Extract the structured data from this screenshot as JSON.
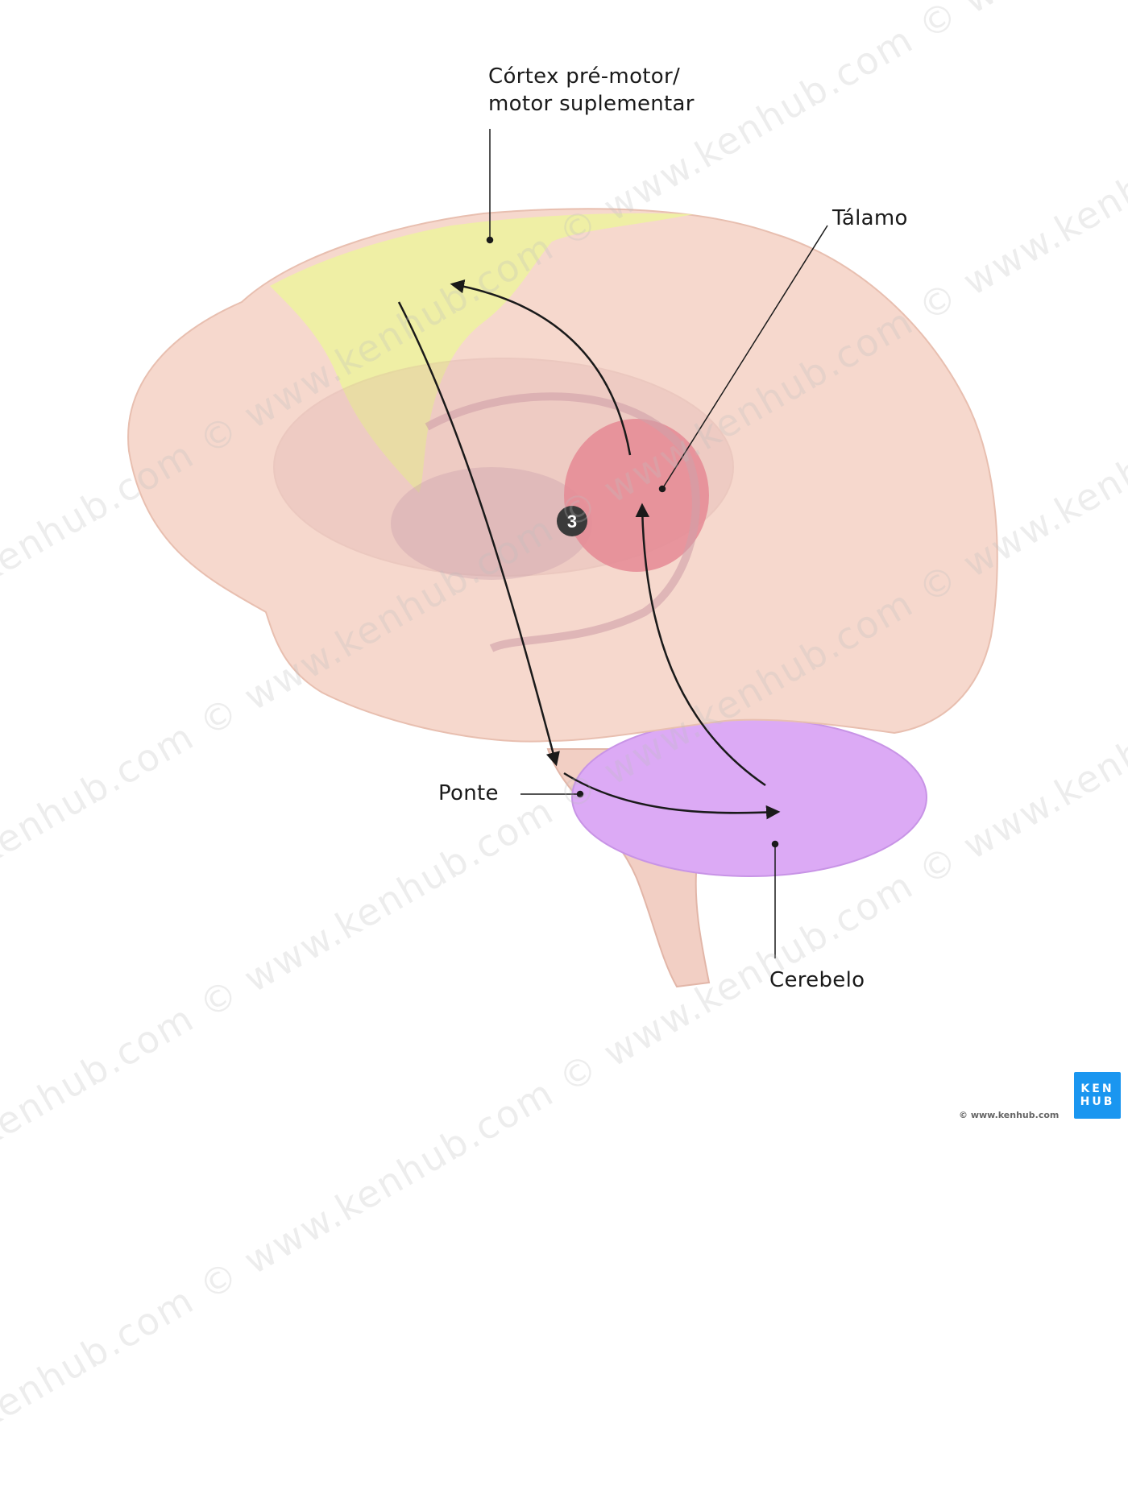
{
  "labels": {
    "cortex_line1": "Córtex pré-motor/",
    "cortex_line2": "motor suplementar",
    "thalamus": "Tálamo",
    "pons": "Ponte",
    "cerebellum": "Cerebelo"
  },
  "step_badge": "3",
  "branding": {
    "logo_line1": "KEN",
    "logo_line2": "HUB",
    "copyright": "© www.kenhub.com",
    "watermark": "www.kenhub.com © www.kenhub.com © www.kenhub.com © www.kenhub.com © www.kenhub.com ©"
  },
  "colors": {
    "brain": "#f5d6cb",
    "premotor": "#eef0a0",
    "thalamus": "#e58a94",
    "cerebellum": "#dba6f5",
    "logo": "#1a96f0"
  }
}
